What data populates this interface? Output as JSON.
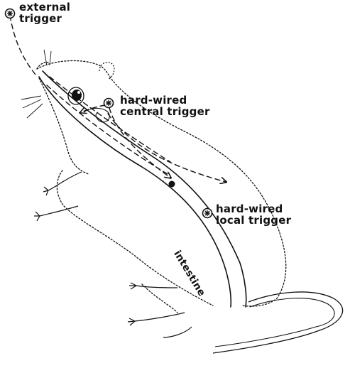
{
  "labels": {
    "external_trigger": [
      "external",
      "trigger"
    ],
    "central_trigger": [
      "hard-wired",
      "central trigger"
    ],
    "local_trigger": [
      "hard-wired",
      "local trigger"
    ],
    "intestine": "intestine"
  },
  "colors": {
    "ink": "#111111",
    "background": "#ffffff"
  },
  "icons": {
    "trigger": "asterisk-in-circle",
    "junction": "filled-dot"
  }
}
